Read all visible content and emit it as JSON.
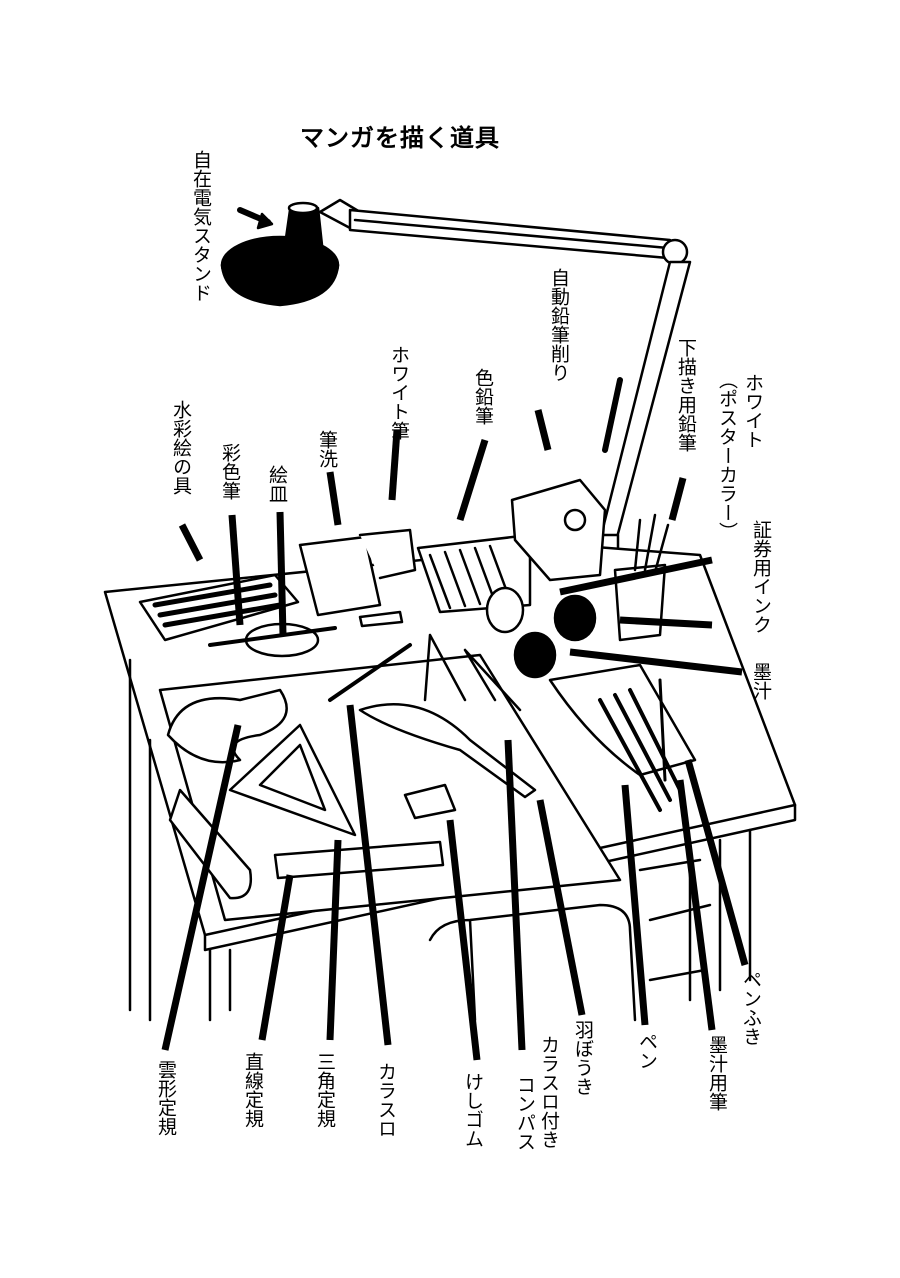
{
  "title": "マンガを描く道具",
  "labels": {
    "lamp": "自在電気スタンド",
    "sharpener": "自動鉛筆削り",
    "sketch_pencil": "下描き用鉛筆",
    "white": "ホワイト",
    "poster_color": "（ポスターカラー）",
    "ink": "証券用インク",
    "bokuju": "墨汁",
    "colored_pencils": "色鉛筆",
    "white_brush": "ホワイト筆",
    "brush_washer": "筆洗",
    "palette": "絵皿",
    "coloring_brush": "彩色筆",
    "watercolors": "水彩絵の具",
    "french_curve": "雲形定規",
    "straight_ruler": "直線定規",
    "triangle": "三角定規",
    "ruling_pen": "カラスロ",
    "eraser": "けしゴム",
    "compass_1": "カラスロ付き",
    "compass_2": "コンパス",
    "feather_duster": "羽ぼうき",
    "pen": "ペン",
    "ink_brush": "墨汁用筆",
    "pen_wiper": "ペンふき"
  }
}
